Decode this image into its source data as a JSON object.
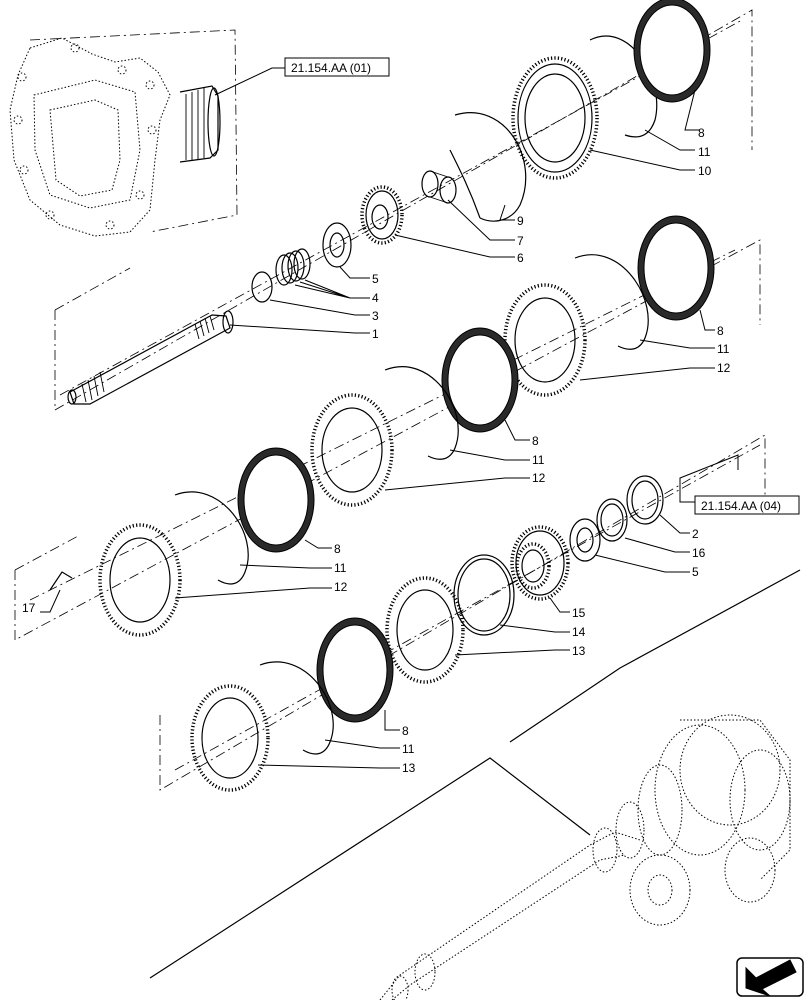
{
  "references": {
    "top": "21.154.AA (01)",
    "right": "21.154.AA (04)"
  },
  "callouts": [
    {
      "id": "c8a",
      "text": "8"
    },
    {
      "id": "c11a",
      "text": "11"
    },
    {
      "id": "c10",
      "text": "10"
    },
    {
      "id": "c9",
      "text": "9"
    },
    {
      "id": "c7",
      "text": "7"
    },
    {
      "id": "c6",
      "text": "6"
    },
    {
      "id": "c5a",
      "text": "5"
    },
    {
      "id": "c4",
      "text": "4"
    },
    {
      "id": "c3",
      "text": "3"
    },
    {
      "id": "c1",
      "text": "1"
    },
    {
      "id": "c8b",
      "text": "8"
    },
    {
      "id": "c11b",
      "text": "11"
    },
    {
      "id": "c12b",
      "text": "12"
    },
    {
      "id": "c8c",
      "text": "8"
    },
    {
      "id": "c11c",
      "text": "11"
    },
    {
      "id": "c12c",
      "text": "12"
    },
    {
      "id": "c8d",
      "text": "8"
    },
    {
      "id": "c11d",
      "text": "11"
    },
    {
      "id": "c12d",
      "text": "12"
    },
    {
      "id": "c17",
      "text": "17"
    },
    {
      "id": "c2",
      "text": "2"
    },
    {
      "id": "c16",
      "text": "16"
    },
    {
      "id": "c5b",
      "text": "5"
    },
    {
      "id": "c15",
      "text": "15"
    },
    {
      "id": "c14",
      "text": "14"
    },
    {
      "id": "c13a",
      "text": "13"
    },
    {
      "id": "c8e",
      "text": "8"
    },
    {
      "id": "c11e",
      "text": "11"
    },
    {
      "id": "c13b",
      "text": "13"
    }
  ],
  "icons": {
    "nav": "arrow-down-left-icon"
  }
}
